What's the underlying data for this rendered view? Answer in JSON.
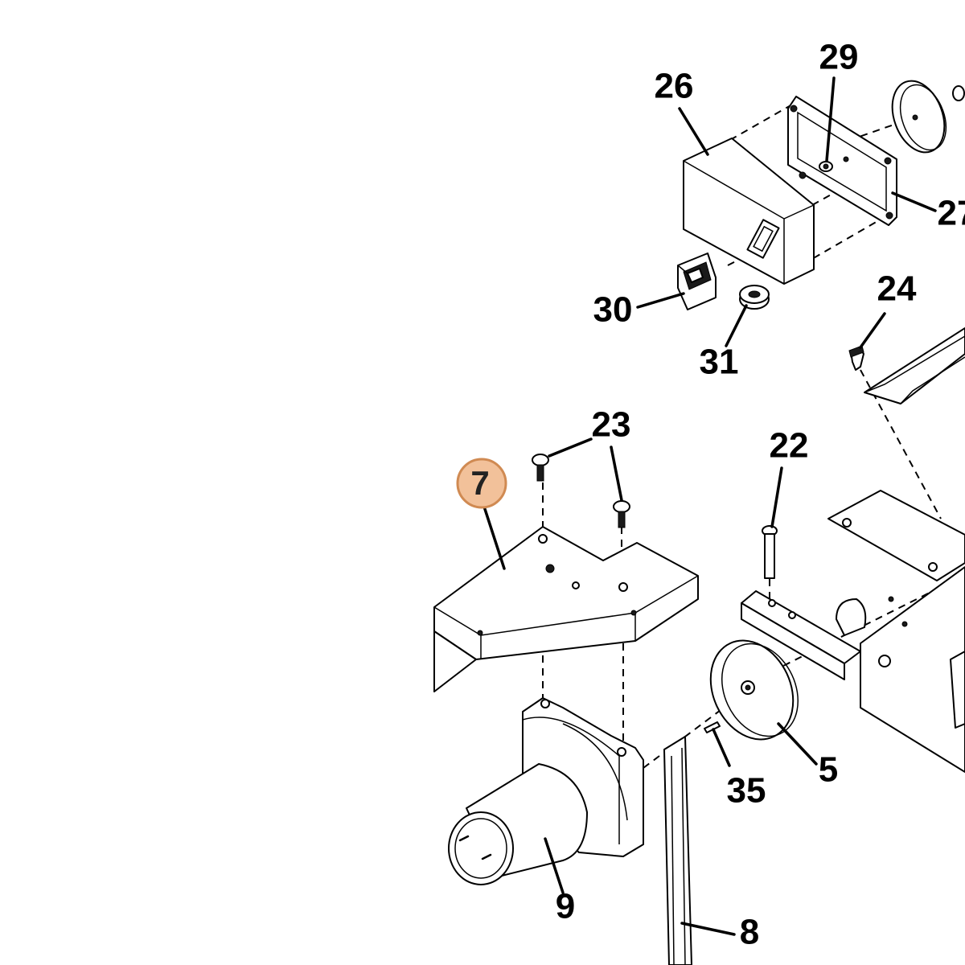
{
  "diagram": {
    "highlighted_callout": "7",
    "highlight_fill": "#f2c19a",
    "highlight_stroke": "#d08a52",
    "callouts": {
      "c26": "26",
      "c29": "29",
      "c27": "27",
      "c30": "30",
      "c31": "31",
      "c24": "24",
      "c23": "23",
      "c7": "7",
      "c22": "22",
      "c5": "5",
      "c35": "35",
      "c9": "9",
      "c8": "8"
    }
  }
}
